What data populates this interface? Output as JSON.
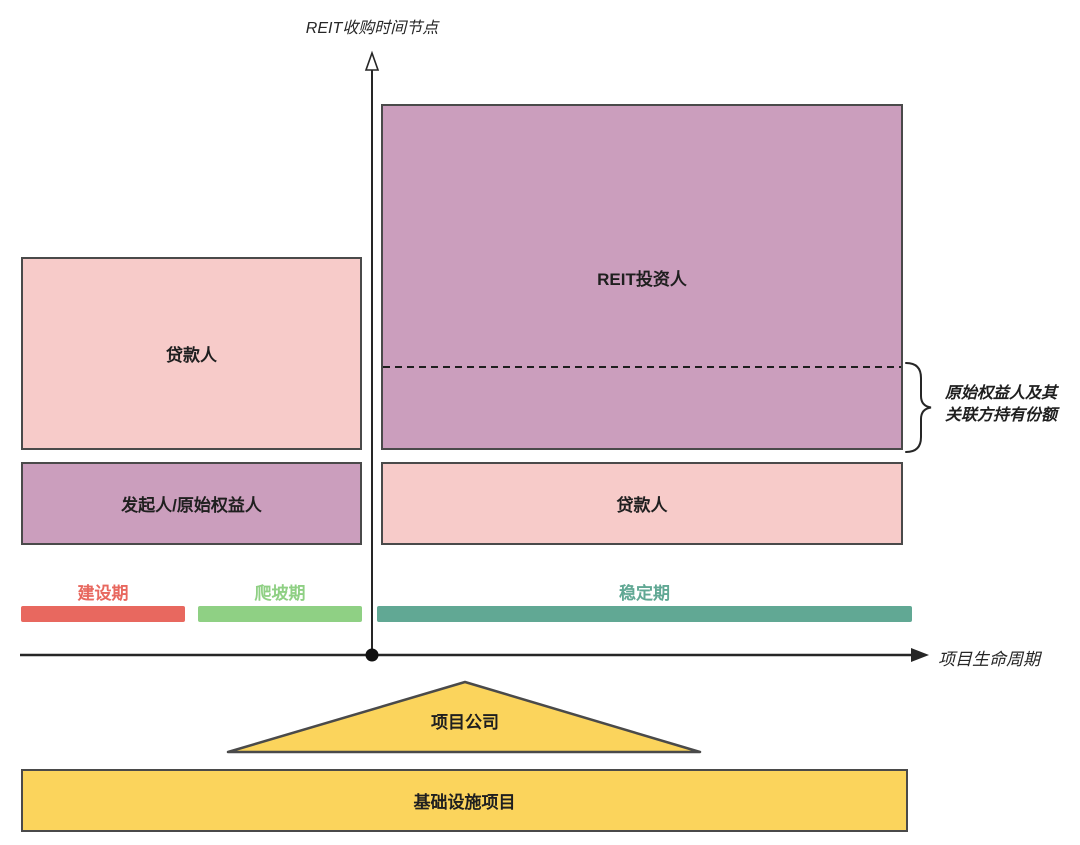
{
  "diagram_title": "REIT收购时间节点",
  "axes": {
    "y_title": "REIT收购时间节点",
    "x_title": "项目生命周期"
  },
  "boxes": {
    "left_lender": "贷款人",
    "left_sponsor": "发起人/原始权益人",
    "reit_investor": "REIT投资人",
    "right_lender": "贷款人"
  },
  "annotation": {
    "line1": "原始权益人及其",
    "line2": "关联方持有份额"
  },
  "periods": [
    {
      "label": "建设期",
      "color": "#e8685f"
    },
    {
      "label": "爬坡期",
      "color": "#8fd084"
    },
    {
      "label": "稳定期",
      "color": "#61a894"
    }
  ],
  "bottom": {
    "project_company": "项目公司",
    "infrastructure": "基础设施项目"
  },
  "colors": {
    "pink_box": "#f7cbc9",
    "purple_box": "#cb9ebd",
    "yellow_box": "#fbd45c",
    "construction_bar": "#e8685f",
    "rampup_bar": "#8fd084",
    "stable_bar": "#61a894",
    "box_border": "#4a4a4a",
    "axis_line": "#262626",
    "background": "#ffffff"
  }
}
